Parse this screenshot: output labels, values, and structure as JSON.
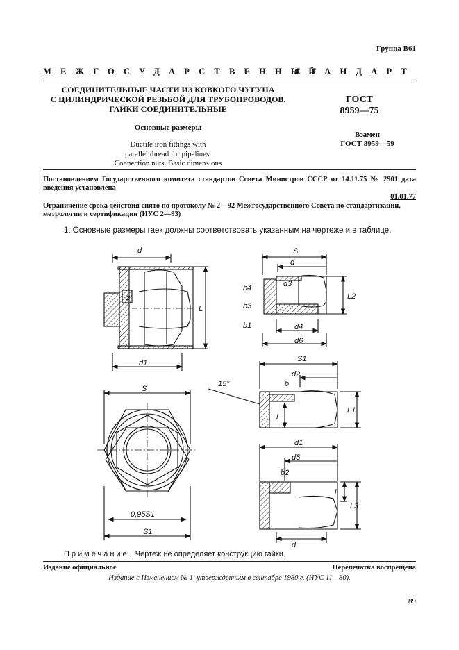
{
  "header": {
    "group": "Группа В61",
    "banner_left": "МЕЖГОСУДАРСТВЕННЫЙ",
    "banner_right": "СТАНДАРТ"
  },
  "title": {
    "line1": "СОЕДИНИТЕЛЬНЫЕ ЧАСТИ ИЗ КОВКОГО ЧУГУНА",
    "line2": "С ЦИЛИНДРИЧЕСКОЙ РЕЗЬБОЙ ДЛЯ ТРУБОПРОВОДОВ.",
    "line3": "ГАЙКИ СОЕДИНИТЕЛЬНЫЕ",
    "subtitle": "Основные размеры",
    "english_line1": "Ductile iron fittings with",
    "english_line2": "parallel thread for pipelines.",
    "english_line3": "Connection nuts. Basic dimensions"
  },
  "standard": {
    "code_line1": "ГОСТ",
    "code_line2": "8959—75",
    "replaces_line1": "Взамен",
    "replaces_line2": "ГОСТ 8959—59"
  },
  "body": {
    "decree": "Постановлением Государственного комитета стандартов Совета Министров СССР от 14.11.75 № 2901 дата введения установлена",
    "date": "01.01.77",
    "limit": "Ограничение срока действия снято по протоколу № 2—92 Межгосударственного Совета по стандартизации, метрологии и сертификации (ИУС 2—93)",
    "paragraph1": "1. Основные размеры гаек должны соответствовать указанным на чертеже и в таблице.",
    "note_word": "Примечание.",
    "note_text": " Чертеж не определяет конструкцию гайки."
  },
  "drawing_labels": {
    "d": "d",
    "d1": "d1",
    "L": "L",
    "S": "S",
    "S1": "S1",
    "s095": "0,95S1",
    "z": "z",
    "d2": "d2",
    "d3": "d3",
    "d4": "d4",
    "d5": "d5",
    "d6": "d6",
    "b": "b",
    "b1": "b1",
    "b2": "b2",
    "b3": "b3",
    "b4": "b4",
    "l": "l",
    "L1": "L1",
    "L2": "L2",
    "L3": "L3",
    "angle": "15°"
  },
  "footer": {
    "official": "Издание официальное",
    "reprint": "Перепечатка воспрещена",
    "edition": "Издание с Изменением № 1, утвержденным в сентябре 1980 г. (ИУС 11—80).",
    "page": "89"
  }
}
